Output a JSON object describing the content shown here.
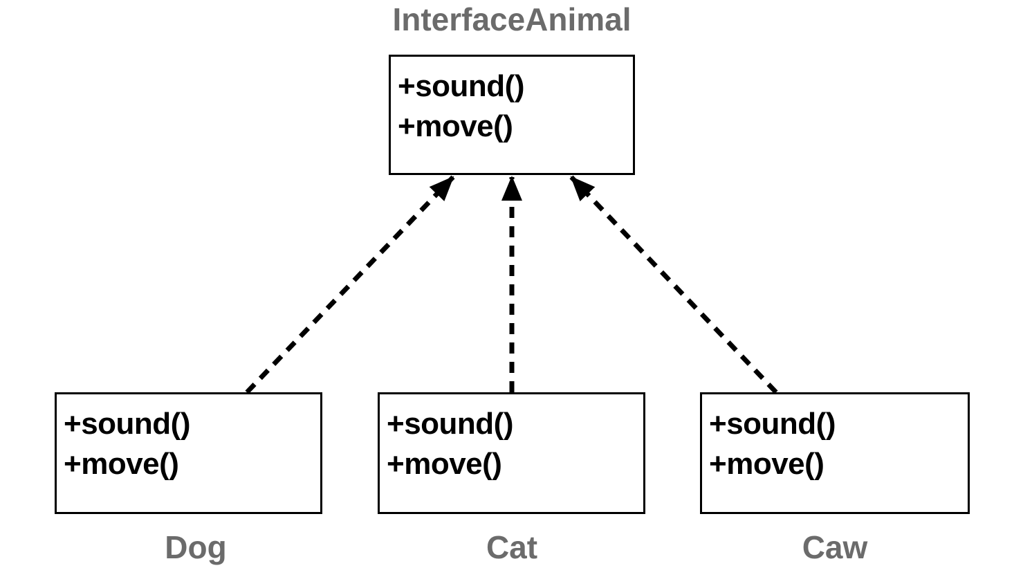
{
  "interface": {
    "name": "InterfaceAnimal",
    "methods": [
      "+sound()",
      "+move()"
    ]
  },
  "classes": [
    {
      "name": "Dog",
      "methods": [
        "+sound()",
        "+move()"
      ]
    },
    {
      "name": "Cat",
      "methods": [
        "+sound()",
        "+move()"
      ]
    },
    {
      "name": "Caw",
      "methods": [
        "+sound()",
        "+move()"
      ]
    }
  ],
  "relations": [
    {
      "from": "Dog",
      "to": "InterfaceAnimal",
      "type": "realization"
    },
    {
      "from": "Cat",
      "to": "InterfaceAnimal",
      "type": "realization"
    },
    {
      "from": "Caw",
      "to": "InterfaceAnimal",
      "type": "realization"
    }
  ],
  "colors": {
    "line": "#000000",
    "name_text": "#6b6b6b",
    "method_text": "#000000"
  }
}
